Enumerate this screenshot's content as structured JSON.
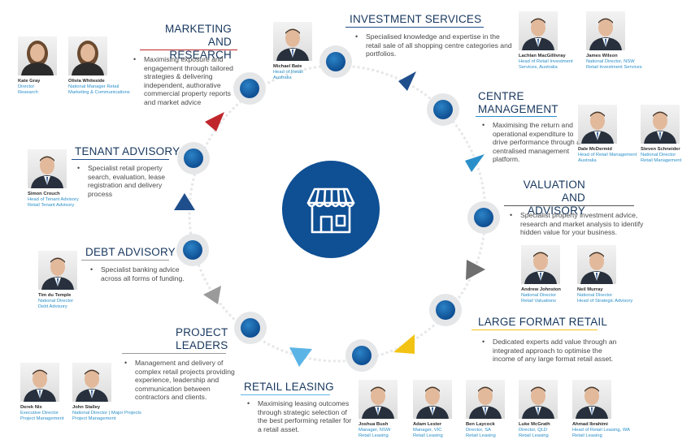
{
  "colors": {
    "navy": "#17375e",
    "blue": "#1e5aa0",
    "light_blue": "#2a8fc9",
    "red": "#c0272d",
    "yellow": "#f2c314",
    "grey": "#8c8c8c",
    "ring": "#e3e4e6"
  },
  "center_icon": "storefront-icon",
  "sections": {
    "marketing": {
      "title_l1": "MARKETING AND",
      "title_l2": "RESEARCH",
      "desc": "Maximising exposure and engagement through tailored strategies & delivering independent, authorative commercial property reports and market advice"
    },
    "investment": {
      "title": "INVESTMENT SERVICES",
      "desc": "Specialised knowledge and expertise in the retail sale of all shopping centre categories and portfolios."
    },
    "centre": {
      "title_l1": "CENTRE",
      "title_l2": "MANAGEMENT",
      "desc": "Maximising the return and operational expenditure to drive performance through a centralised management platform."
    },
    "valuation": {
      "title_l1": "VALUATION AND",
      "title_l2": "ADVISORY",
      "desc": "Specialist property investment advice, research and market analysis to identify hidden value for your business."
    },
    "large_format": {
      "title": "LARGE FORMAT RETAIL",
      "desc": "Dedicated experts add value through an integrated approach to optimise the income of any large format retail asset."
    },
    "retail_leasing": {
      "title": "RETAIL LEASING",
      "desc": "Maximising leasing outcomes through strategic selection of the best performing retailer for a retail asset."
    },
    "project": {
      "title_l1": "PROJECT",
      "title_l2": "LEADERS",
      "desc": "Management and delivery of complex retail projects providing experience, leadership and communication between contractors and clients."
    },
    "debt": {
      "title": "DEBT ADVISORY",
      "desc": "Specialist banking advice across all forms of funding."
    },
    "tenant": {
      "title": "TENANT ADVISORY",
      "desc": "Specialist retail property search, evaluation, lease registration and delivery process"
    }
  },
  "people": {
    "kate": {
      "name": "Kate Gray",
      "role1": "Director",
      "role2": "Research"
    },
    "olivia": {
      "name": "Olivia Whiteside",
      "role1": "National Manager Retail",
      "role2": "Marketing & Communications"
    },
    "michael": {
      "name": "Michael Bate",
      "role1": "Head of Retail",
      "role2": "Australia"
    },
    "lachlan": {
      "name": "Lachlan MacGillivray",
      "role1": "Head of Retail Investment",
      "role2": "Services, Australia"
    },
    "james": {
      "name": "James Wilson",
      "role1": "National Director, NSW",
      "role2": "Retail Investment Services"
    },
    "dale": {
      "name": "Dale McDermid",
      "role1": "Head of Retail Management",
      "role2": "Australia"
    },
    "steven": {
      "name": "Steven Schneider",
      "role1": "National Director",
      "role2": "Retail Management"
    },
    "andrew": {
      "name": "Andrew Johnston",
      "role1": "National Director",
      "role2": "Retail Valuations"
    },
    "neil": {
      "name": "Neil Murray",
      "role1": "National Director",
      "role2": "Head of Strategic Advisory"
    },
    "simon": {
      "name": "Simon Crouch",
      "role1": "Head of Tenant Advisory",
      "role2": "Retail Tenant Advisory"
    },
    "tim": {
      "name": "Tim du Temple",
      "role1": "National Director",
      "role2": "Debt Advisory"
    },
    "derek": {
      "name": "Derek Nix",
      "role1": "Executive Director",
      "role2": "Project Management"
    },
    "john": {
      "name": "John Stalley",
      "role1": "National Director | Major Projects",
      "role2": "Project Management"
    },
    "joshua": {
      "name": "Joshua Bush",
      "role1": "Manager, NSW",
      "role2": "Retail Leasing"
    },
    "adam": {
      "name": "Adam Lester",
      "role1": "Manager, VIC",
      "role2": "Retail Leasing"
    },
    "ben": {
      "name": "Ben Laycock",
      "role1": "Director, SA",
      "role2": "Retail Leasing"
    },
    "luke": {
      "name": "Luke McGrath",
      "role1": "Director, QLD",
      "role2": "Retail Leasing"
    },
    "ahmad": {
      "name": "Ahmad Ibrahimi",
      "role1": "Head of Retail Leasing, WA",
      "role2": "Retail Leasing"
    }
  }
}
